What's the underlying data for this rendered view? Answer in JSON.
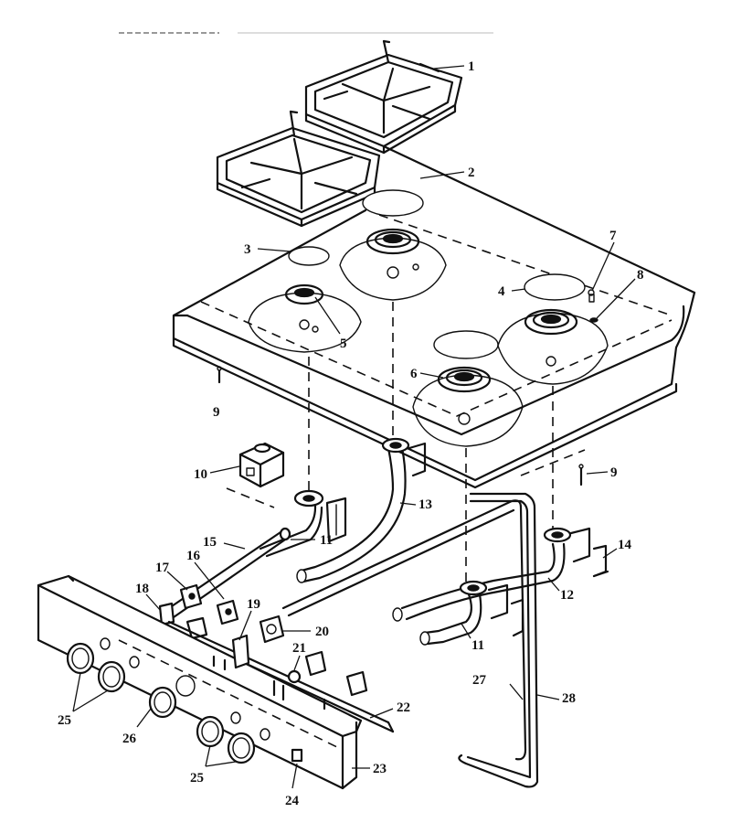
{
  "diagram": {
    "header_text": "",
    "callouts": [
      "1",
      "2",
      "3",
      "4",
      "5",
      "6",
      "7",
      "8",
      "9",
      "9",
      "10",
      "11",
      "11",
      "12",
      "13",
      "14",
      "15",
      "16",
      "17",
      "18",
      "19",
      "20",
      "21",
      "22",
      "23",
      "24",
      "25",
      "25",
      "26",
      "27",
      "28"
    ]
  }
}
